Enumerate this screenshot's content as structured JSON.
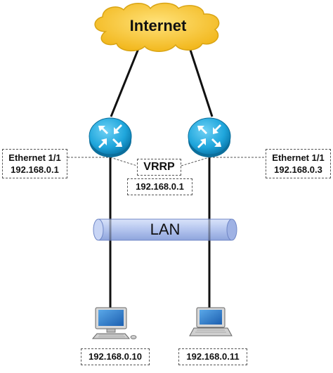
{
  "cloud": {
    "label": "Internet",
    "icon": "cloud-icon",
    "color": "#f7c531"
  },
  "routers": [
    {
      "icon": "router-icon",
      "interface": "Ethernet 1/1",
      "ip": "192.168.0.1"
    },
    {
      "icon": "router-icon",
      "interface": "Ethernet 1/1",
      "ip": "192.168.0.3"
    }
  ],
  "vrrp": {
    "label": "VRRP",
    "virtual_ip": "192.168.0.1"
  },
  "lan": {
    "label": "LAN",
    "color": "#b8c8ef"
  },
  "hosts": [
    {
      "icon": "desktop-computer-icon",
      "ip": "192.168.0.10"
    },
    {
      "icon": "laptop-icon",
      "ip": "192.168.0.11"
    }
  ],
  "colors": {
    "router": "#1fa6dc",
    "link": "#111111"
  }
}
